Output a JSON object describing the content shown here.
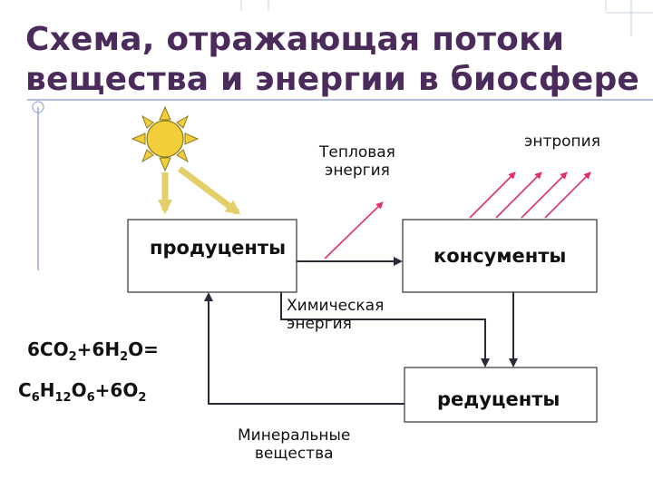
{
  "title": {
    "line1": "Схема, отражающая потоки",
    "line2": "вещества и энергии в биосфере"
  },
  "nodes": {
    "producers": "продуценты",
    "consumers": "консументы",
    "decomposers": "редуценты"
  },
  "labels": {
    "thermal_1": "Тепловая",
    "thermal_2": "энергия",
    "entropy": "энтропия",
    "chemical_1": "Химическая",
    "chemical_2": "энергия",
    "minerals_1": "Минеральные",
    "minerals_2": "вещества"
  },
  "equation": {
    "line1": {
      "a": "6CO",
      "a_sub": "2",
      "b": "+6H",
      "b_sub": "2",
      "c": "O="
    },
    "line2": {
      "a": "C",
      "a_sub": "6",
      "b": "H",
      "b_sub": "12",
      "c": "O",
      "c_sub": "6",
      "d": "+6O",
      "d_sub": "2"
    }
  },
  "colors": {
    "title": "#4b2a5c",
    "sun": "#f2cf3a",
    "sun_outline": "#8a7a20",
    "sun_arrow": "#e3cf6a",
    "heat_arrow": "#e0306a",
    "flow_line": "#2a2a3a",
    "grid_line": "#9aa7d8"
  },
  "icons": {
    "sun": "sun-icon"
  }
}
